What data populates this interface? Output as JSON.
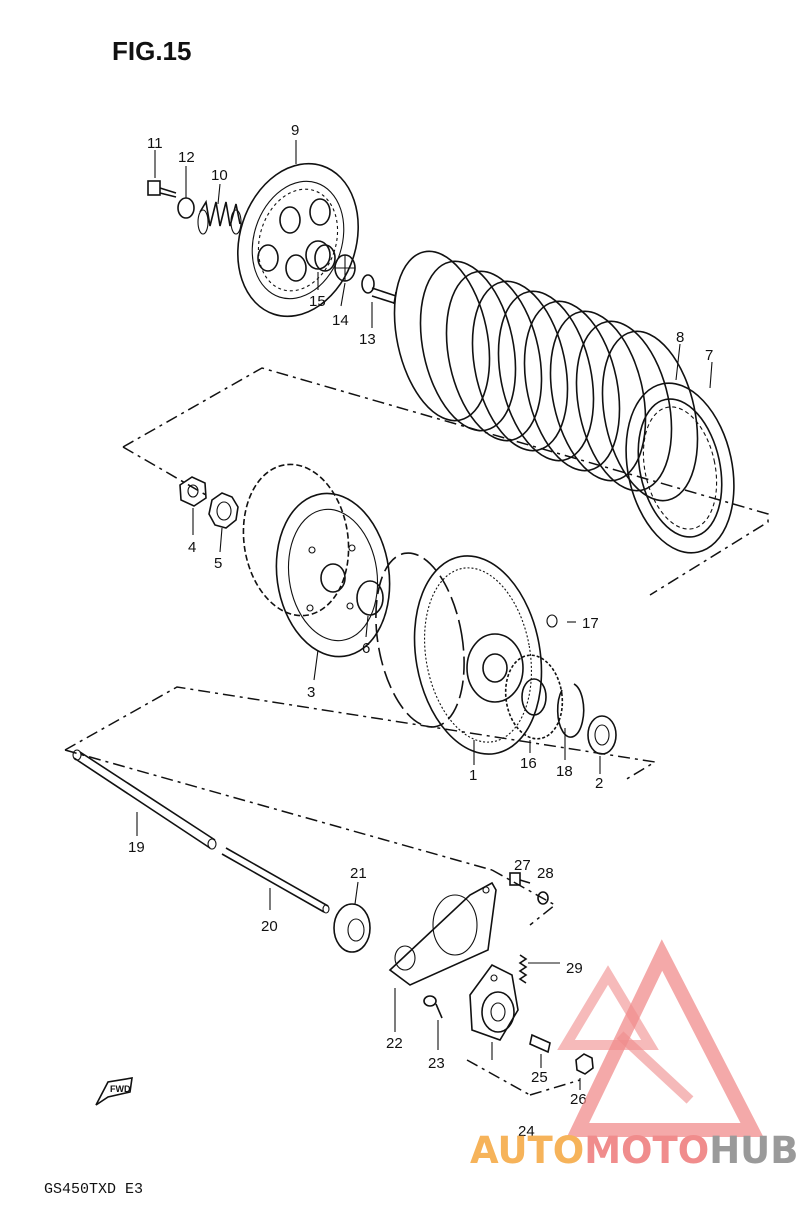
{
  "figure": {
    "title": "FIG.15",
    "model": "GS450TXD E3",
    "fwd": "FWD"
  },
  "parts": [
    {
      "id": "p1",
      "label": "1"
    },
    {
      "id": "p2",
      "label": "2"
    },
    {
      "id": "p3",
      "label": "3"
    },
    {
      "id": "p4",
      "label": "4"
    },
    {
      "id": "p5",
      "label": "5"
    },
    {
      "id": "p6",
      "label": "6"
    },
    {
      "id": "p7",
      "label": "7"
    },
    {
      "id": "p8",
      "label": "8"
    },
    {
      "id": "p9",
      "label": "9"
    },
    {
      "id": "p10",
      "label": "10"
    },
    {
      "id": "p11",
      "label": "11"
    },
    {
      "id": "p12",
      "label": "12"
    },
    {
      "id": "p13",
      "label": "13"
    },
    {
      "id": "p14",
      "label": "14"
    },
    {
      "id": "p15",
      "label": "15"
    },
    {
      "id": "p16",
      "label": "16"
    },
    {
      "id": "p17",
      "label": "17"
    },
    {
      "id": "p18",
      "label": "18"
    },
    {
      "id": "p19",
      "label": "19"
    },
    {
      "id": "p20",
      "label": "20"
    },
    {
      "id": "p21",
      "label": "21"
    },
    {
      "id": "p22",
      "label": "22"
    },
    {
      "id": "p23",
      "label": "23"
    },
    {
      "id": "p24",
      "label": "24"
    },
    {
      "id": "p25",
      "label": "25"
    },
    {
      "id": "p26",
      "label": "26"
    },
    {
      "id": "p27",
      "label": "27"
    },
    {
      "id": "p28",
      "label": "28"
    },
    {
      "id": "p29",
      "label": "29"
    }
  ],
  "watermark": {
    "part1": "AUTO",
    "part2": "MOTO",
    "part3": "HUB",
    "colors": {
      "orange": "#f6b35a",
      "salmon": "#f08c8c",
      "gray": "#9a9a9a"
    }
  }
}
